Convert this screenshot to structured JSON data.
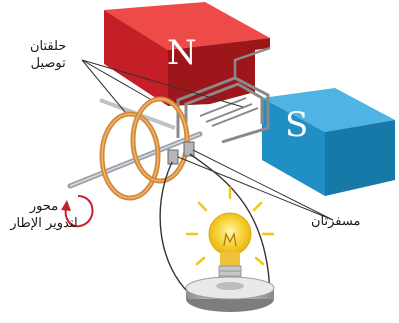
{
  "labels": {
    "slip_rings": [
      "حلقتان",
      "توصيل"
    ],
    "brushes": "مسفرتان",
    "axle": [
      "محور",
      "لتدوير الإطار"
    ]
  },
  "magnet": {
    "north_pole": "N",
    "south_pole": "S",
    "north_color": "#d8262c",
    "south_color": "#1f8fc6"
  },
  "colors": {
    "coil": "#d08a3c",
    "axle": "#9aa0a6",
    "rotation_arrow": "#c8202a",
    "bulb_glow": "#f3c617"
  }
}
